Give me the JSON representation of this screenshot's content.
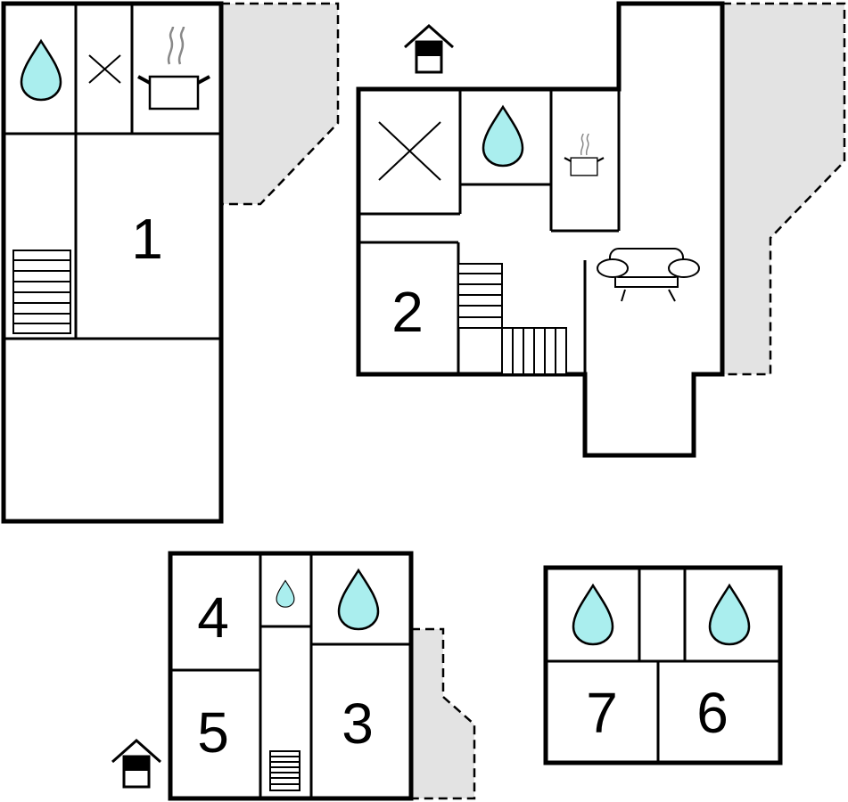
{
  "rooms": {
    "r1": "1",
    "r2": "2",
    "r3": "3",
    "r4": "4",
    "r5": "5",
    "r6": "6",
    "r7": "7"
  },
  "colors": {
    "water": "#aaeeee",
    "terrace": "#e3e3e3",
    "wall": "#000000"
  },
  "icons": [
    "water-drop-icon",
    "cross-icon",
    "cooking-pot-icon",
    "stairs-icon",
    "sofa-icon",
    "entrance-house-icon"
  ]
}
